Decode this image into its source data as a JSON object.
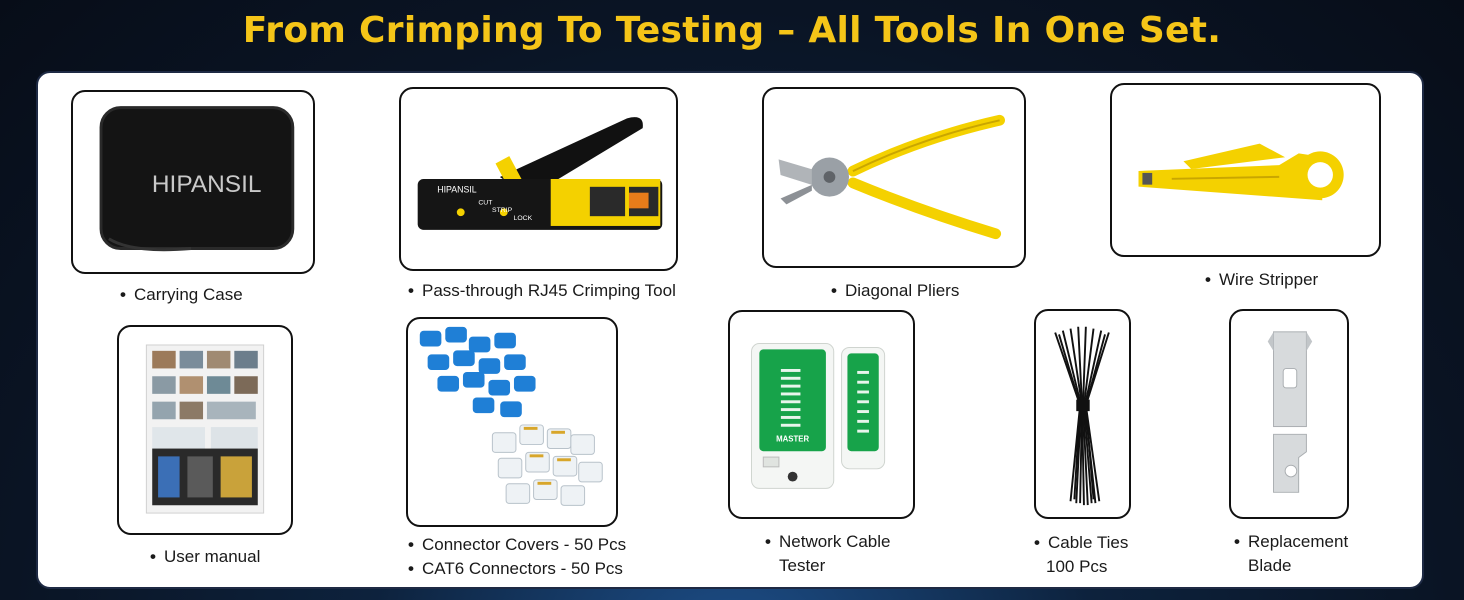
{
  "headline": "From Crimping To Testing – All Tools In One Set.",
  "colors": {
    "accent": "#f5c518",
    "tool_yellow": "#f4d100",
    "tester_green": "#17a34a",
    "cover_blue": "#1f7fd6"
  },
  "items": {
    "carrying_case": {
      "label": "Carrying Case",
      "brand": "HIPANSIL",
      "icon": "carrying-case-icon"
    },
    "crimping_tool": {
      "label": "Pass-through RJ45 Crimping Tool",
      "brand": "HIPANSIL",
      "text_cut": "CUT",
      "text_strip": "STRIP",
      "text_lock": "LOCK",
      "icon": "crimping-tool-icon"
    },
    "diagonal_pliers": {
      "label": "Diagonal Pliers",
      "icon": "diagonal-pliers-icon"
    },
    "wire_stripper": {
      "label": "Wire Stripper",
      "icon": "wire-stripper-icon"
    },
    "user_manual": {
      "label": "User manual",
      "icon": "user-manual-icon"
    },
    "connectors": {
      "label_covers": "Connector Covers - 50 Pcs",
      "label_cat6": "CAT6 Connectors - 50 Pcs",
      "icon": "connectors-icon"
    },
    "cable_tester": {
      "label_line1": "Network Cable",
      "label_line2": "Tester",
      "master_label": "MASTER",
      "icon": "cable-tester-icon"
    },
    "cable_ties": {
      "label_line1": "Cable Ties",
      "label_line2": "100 Pcs",
      "icon": "cable-ties-icon"
    },
    "replacement_blade": {
      "label_line1": "Replacement",
      "label_line2": "Blade",
      "icon": "replacement-blade-icon"
    }
  }
}
